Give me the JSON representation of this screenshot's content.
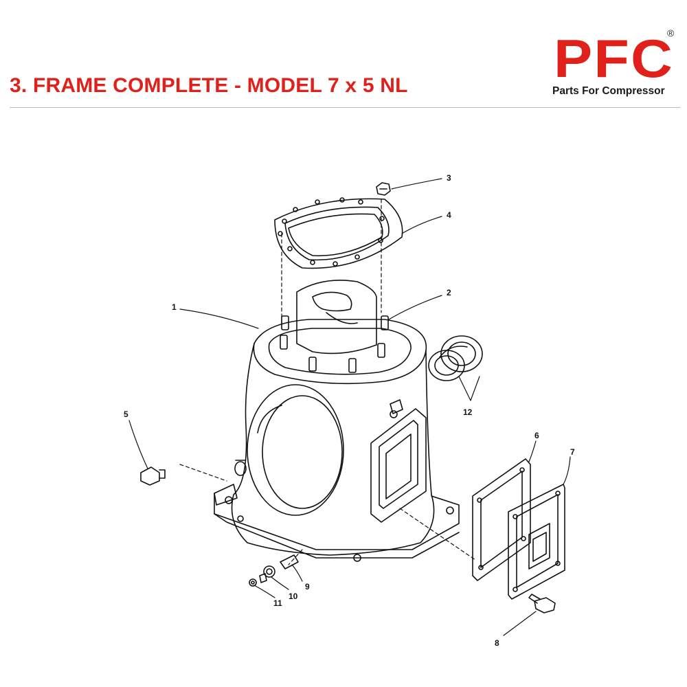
{
  "header": {
    "title": "3. FRAME COMPLETE - MODEL 7 x 5 NL"
  },
  "logo": {
    "letters": "PFC",
    "registered_mark": "®",
    "tagline": "Parts For Compressor",
    "color": "#e0211b"
  },
  "diagram": {
    "callouts": [
      "1",
      "2",
      "3",
      "4",
      "5",
      "6",
      "7",
      "8",
      "9",
      "10",
      "11",
      "12"
    ]
  }
}
